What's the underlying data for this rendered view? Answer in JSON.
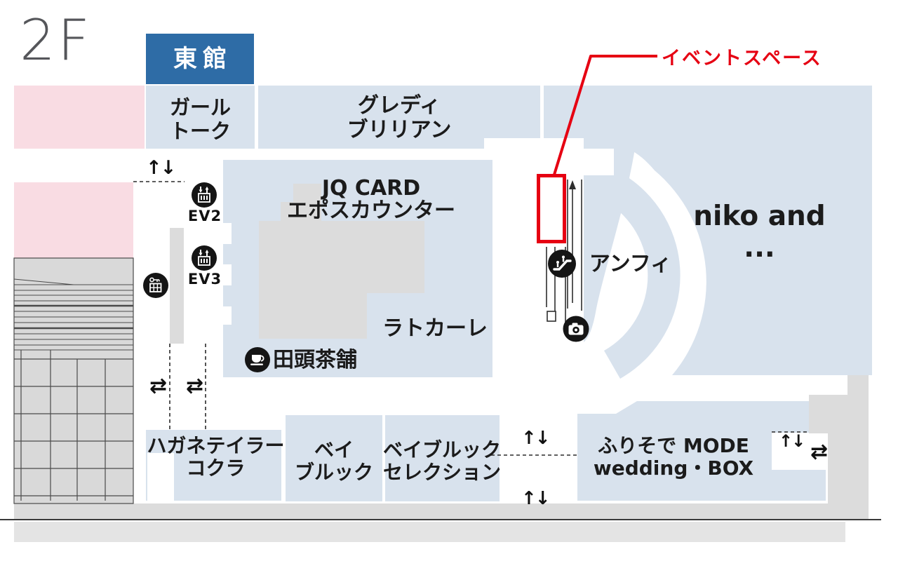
{
  "floor": {
    "label": "2F"
  },
  "building": {
    "badge_label": "東館"
  },
  "annotation": {
    "event_space_label": "イベントスペース"
  },
  "stores": {
    "girl_talk": "ガール\nトーク",
    "gredy_brillian": "グレディ\nブリリアン",
    "jq_card_epos": "JQ CARD\nエポスカウンター",
    "ratokare": "ラトカーレ",
    "tagashira_chaho": "田頭茶舗",
    "amphi": "アンフィ",
    "niko_and": "niko and ...",
    "hagane_tailor_kokura": "ハガネテイラー\nコクラ",
    "bay_brook": "ベイ\nブルック",
    "bay_brook_selection": "ベイブルック\nセレクション",
    "furisode_mode_wedding_box": "ふりそで MODE\nwedding・BOX"
  },
  "facilities": {
    "ev2_label": "EV2",
    "ev3_label": "EV3",
    "icon_names": [
      "elevator-icon",
      "escalator-icon",
      "camera-icon",
      "coin-locker-icon",
      "tea-shop-icon"
    ]
  },
  "symbols": {
    "stairs_updown": "↑↓",
    "passage_leftright": "⇄"
  },
  "colors": {
    "shop_fill": "#d8e2ed",
    "closed_area_fill": "#f9dce3",
    "backyard_fill": "#dcdcdc",
    "badge_fill": "#2e6ca6",
    "accent_red": "#e60012"
  }
}
